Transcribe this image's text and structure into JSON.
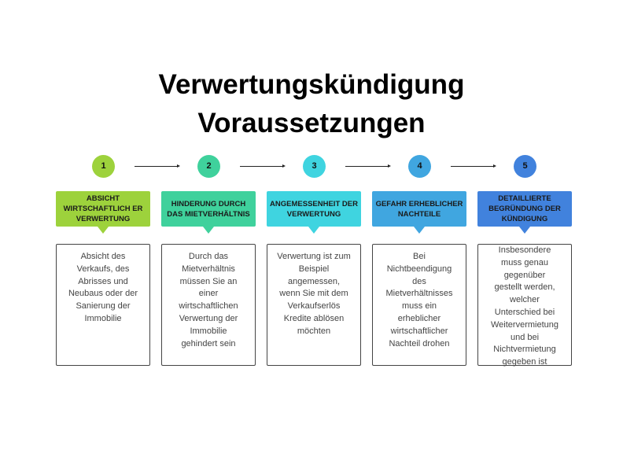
{
  "title": {
    "line1": "Verwertungskündigung",
    "line2": "Voraussetzungen"
  },
  "steps": [
    {
      "number": "1",
      "color": "#9dd23c",
      "heading": "ABSICHT WIRTSCHAFTLICH ER VERWERTUNG",
      "text": "Absicht des Verkaufs, des Abrisses und Neubaus oder der Sanierung der Immobilie"
    },
    {
      "number": "2",
      "color": "#3fd19c",
      "heading": "HINDERUNG DURCH DAS MIETVERHÄLTNIS",
      "text": "Durch das Mietverhältnis müssen Sie an einer wirtschaftlichen Verwertung der Immobilie gehindert sein"
    },
    {
      "number": "3",
      "color": "#3fd4e0",
      "heading": "ANGEMESSENHEIT DER VERWERTUNG",
      "text": "Verwertung ist zum Beispiel angemessen, wenn Sie mit dem Verkaufserlös Kredite ablösen möchten"
    },
    {
      "number": "4",
      "color": "#40a6e0",
      "heading": "GEFAHR ERHEBLICHER NACHTEILE",
      "text": "Bei Nichtbeendigung des Mietverhältnisses muss ein erheblicher wirtschaftlicher Nachteil drohen"
    },
    {
      "number": "5",
      "color": "#4182dd",
      "heading": "DETAILLIERTE BEGRÜNDUNG DER KÜNDIGUNG",
      "text": "Insbesondere muss genau gegenüber gestellt werden, welcher Unterschied bei Weitervermietung und bei Nichtvermietung gegeben ist"
    }
  ]
}
